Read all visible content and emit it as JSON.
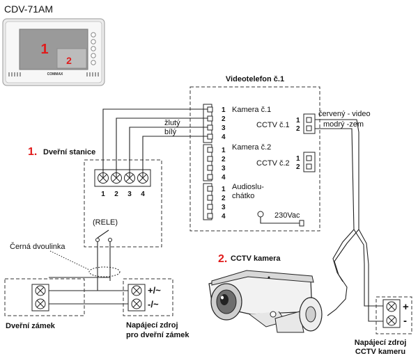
{
  "device_model": "CDV-71AM",
  "monitor": {
    "screen_label_1": "1",
    "screen_label_2": "2",
    "brand": "COMMAX"
  },
  "videophone": {
    "title": "Videotelefon č.1",
    "camera1": "Kamera č.1",
    "camera2": "Kamera č.2",
    "audio_line1": "Audioslu-",
    "audio_line2": "chátko",
    "cctv1": "CCTV č.1",
    "cctv2": "CCTV č.2",
    "power": "230Vac",
    "pins4": [
      "1",
      "2",
      "3",
      "4"
    ],
    "pins2": [
      "1",
      "2"
    ],
    "wire_red": "červený - video",
    "wire_blue": "modrý -zem"
  },
  "wire_colors": {
    "yellow": "žlutý",
    "white": "bílý"
  },
  "door_station": {
    "number": "1.",
    "title": "Dveřní stanice",
    "terminals": [
      "1",
      "2",
      "3",
      "4"
    ],
    "relay": "(RELE)"
  },
  "cable_label": "Černá dvoulinka",
  "door_lock": {
    "title": "Dveřní zámek"
  },
  "lock_power": {
    "plus": "+/~",
    "minus": "-/~",
    "title_line1": "Napájecí zdroj",
    "title_line2": "pro dveřní zámek"
  },
  "cctv_camera": {
    "number": "2.",
    "title": "CCTV kamera"
  },
  "camera_power": {
    "plus": "+",
    "minus": "-",
    "title_line1": "Napájecí zdroj",
    "title_line2": "CCTV kameru"
  },
  "colors": {
    "accent_red": "#e01b1b",
    "monitor_body": "#e6e6e6",
    "screen_gray": "#a8a8a8"
  }
}
